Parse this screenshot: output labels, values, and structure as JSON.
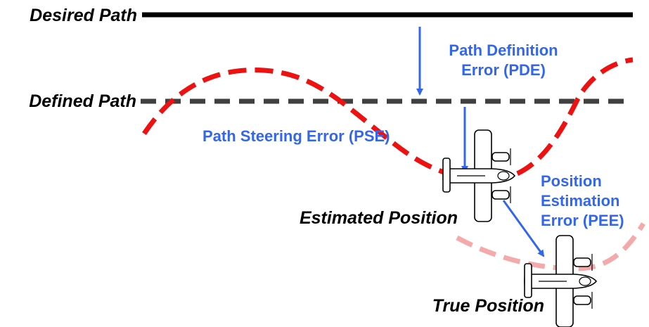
{
  "colors": {
    "path_line": "#000000",
    "defined_path": "#404040",
    "actual_path": "#ee1111",
    "actual_path_faded": "#f4aaaa",
    "error_arrow": "#3366ee",
    "error_text": "#3366ee"
  },
  "labels": {
    "desired_path": "Desired Path",
    "defined_path": "Defined Path",
    "estimated_position": "Estimated Position",
    "true_position": "True Position"
  },
  "errors": {
    "pde": {
      "line1": "Path Definition",
      "line2": "Error (PDE)"
    },
    "pse": {
      "line1": "Path Steering Error (PSE)"
    },
    "pee": {
      "line1": "Position",
      "line2": "Estimation",
      "line3": "Error (PEE)"
    }
  },
  "icons": {
    "estimated_aircraft": "airplane-icon",
    "true_aircraft": "airplane-icon"
  }
}
